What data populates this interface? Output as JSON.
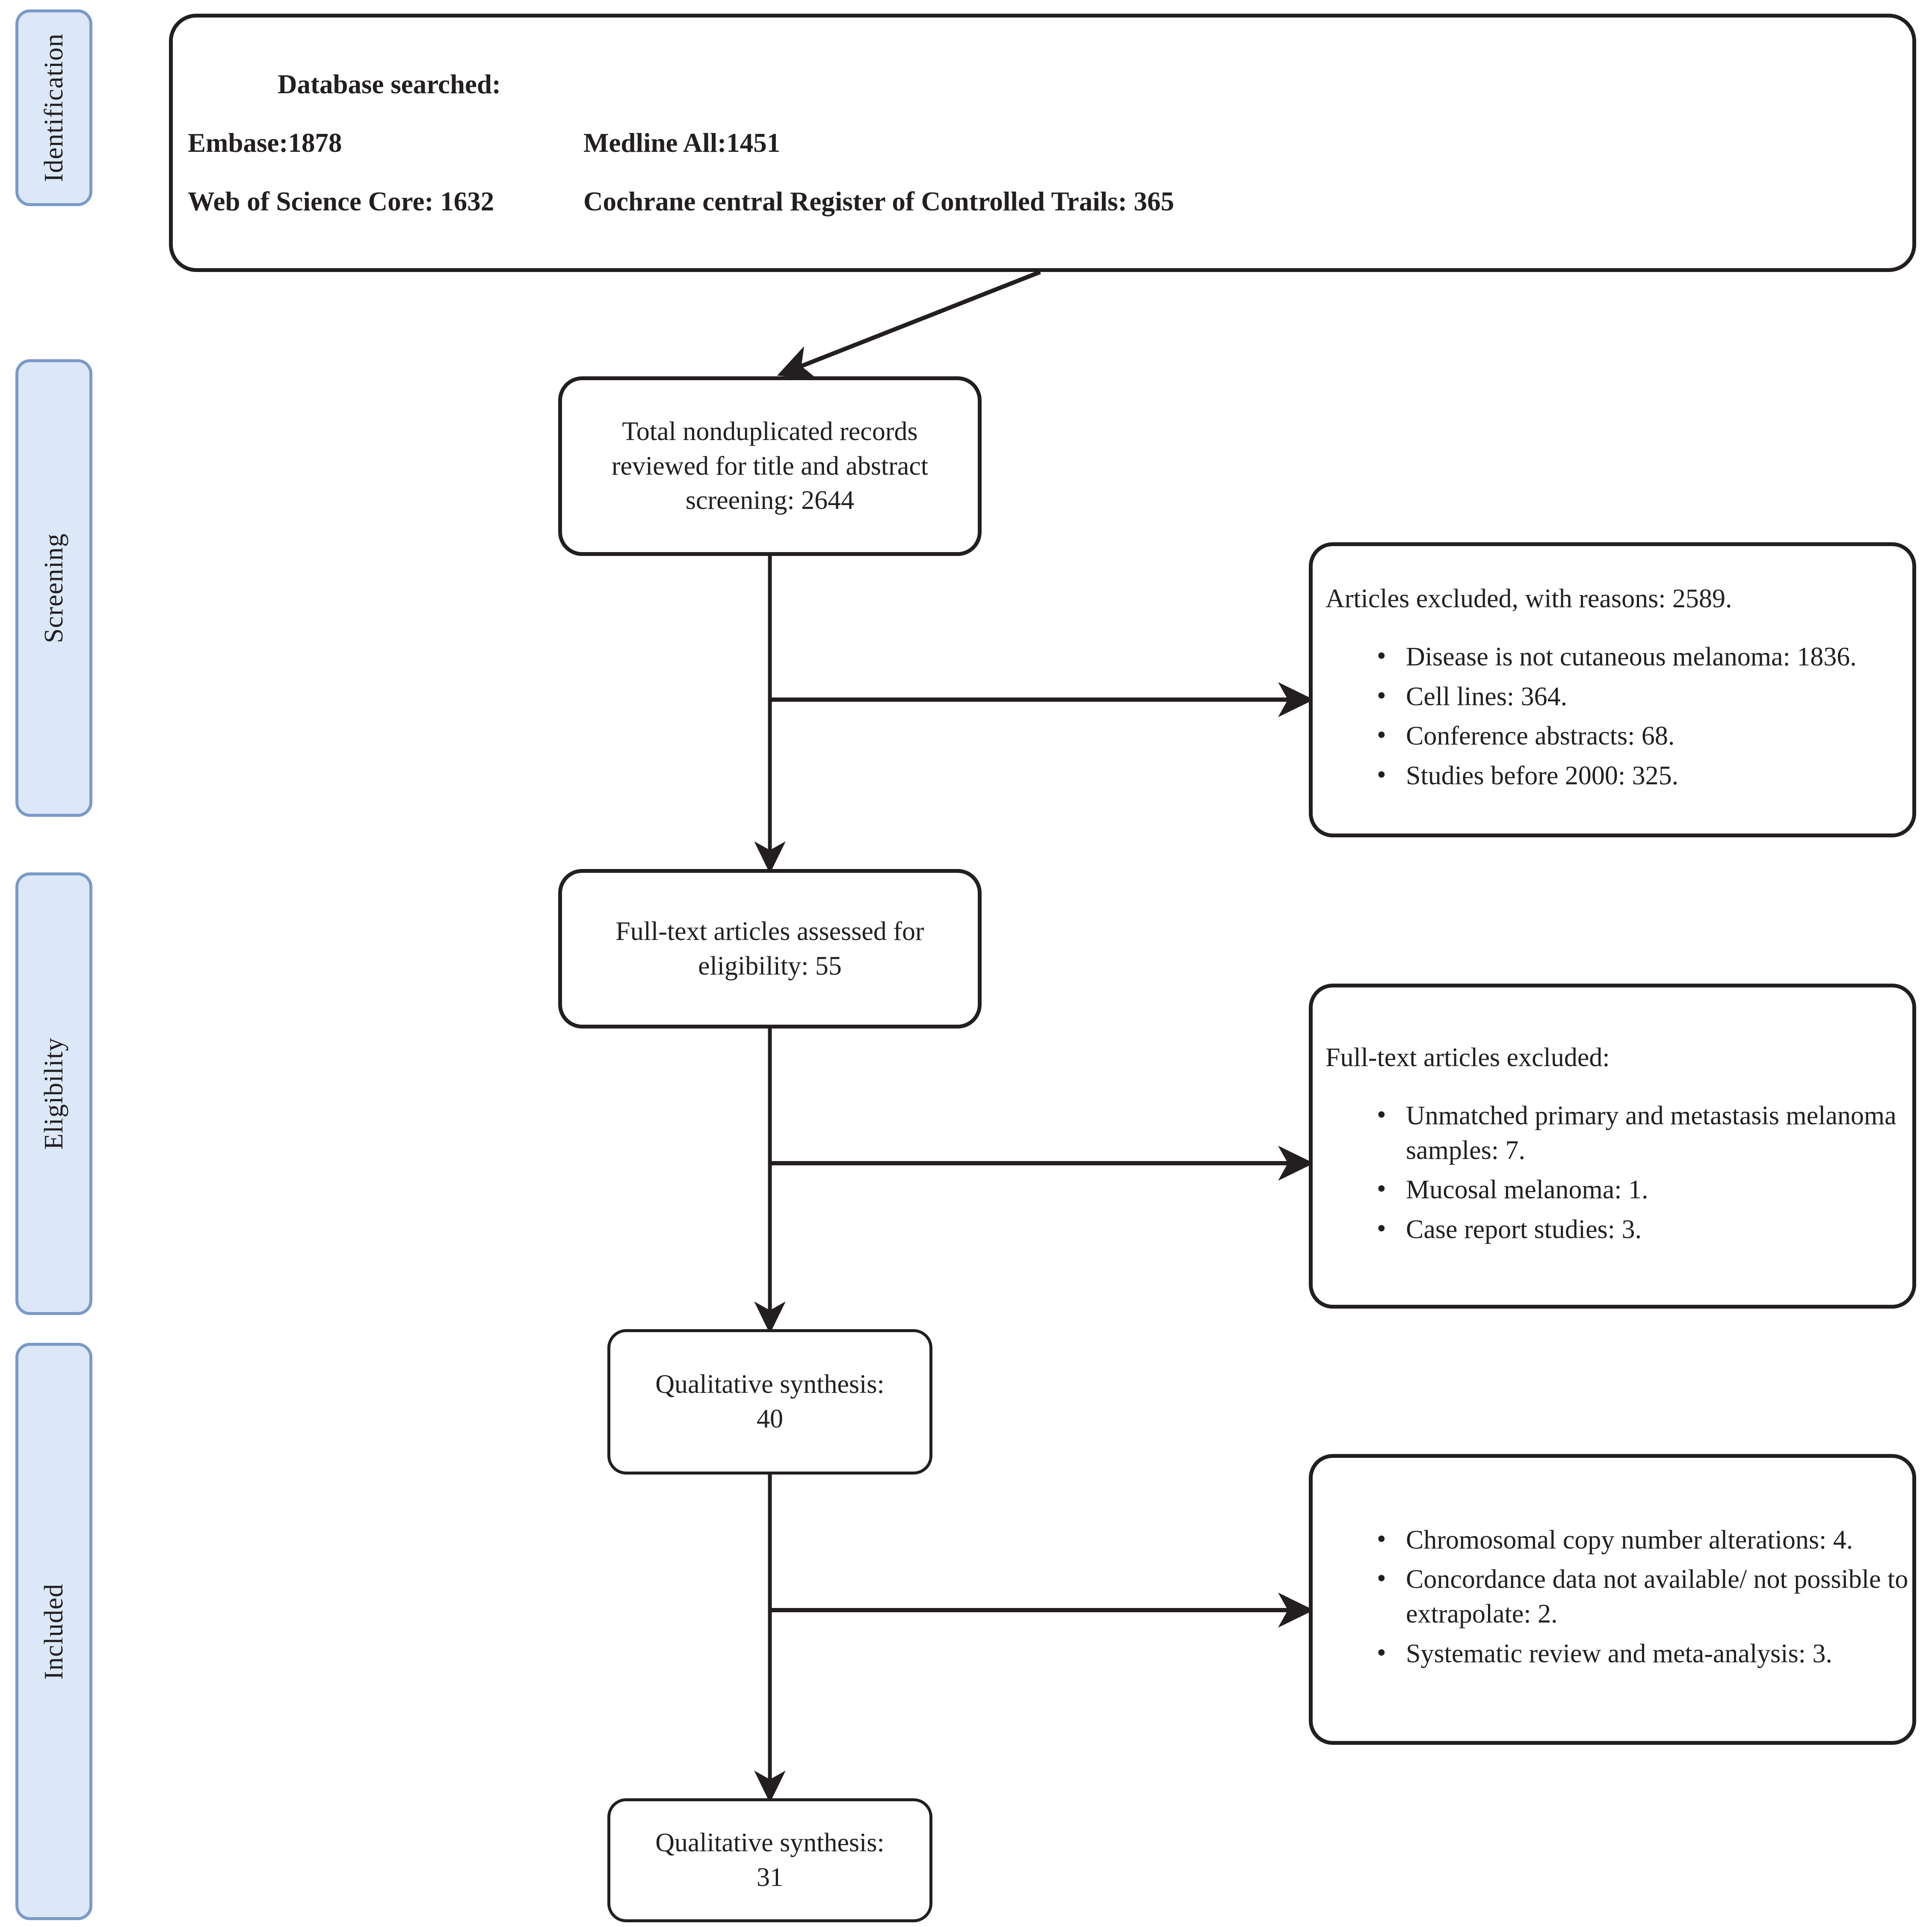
{
  "stages": [
    {
      "id": "identification",
      "label": "Identification"
    },
    {
      "id": "screening",
      "label": "Screening"
    },
    {
      "id": "eligibility",
      "label": "Eligibility"
    },
    {
      "id": "included",
      "label": "Included"
    }
  ],
  "identification_box": {
    "title": "Database searched:",
    "rows": [
      {
        "left": "Embase:1878",
        "right": "Medline All:1451"
      },
      {
        "left": "Web of Science Core: 1632",
        "right": "Cochrane central Register of Controlled Trails: 365"
      }
    ]
  },
  "records_box": {
    "lines": [
      "Total nonduplicated records",
      "reviewed for title and abstract",
      "screening: 2644"
    ]
  },
  "excluded_screening_box": {
    "heading": "Articles excluded, with reasons: 2589.",
    "items": [
      "Disease is not cutaneous melanoma: 1836.",
      "Cell lines: 364.",
      "Conference abstracts: 68.",
      "Studies before 2000: 325."
    ]
  },
  "fulltext_box": {
    "lines": [
      "Full-text articles assessed for",
      "eligibility: 55"
    ]
  },
  "excluded_fulltext_box": {
    "heading": "Full-text articles excluded:",
    "items": [
      "Unmatched primary and metastasis melanoma samples: 7.",
      " Mucosal melanoma: 1.",
      "Case report studies: 3."
    ]
  },
  "qualitative40_box": {
    "lines": [
      "Qualitative synthesis:",
      "40"
    ]
  },
  "excluded_qualitative_box": {
    "heading": "",
    "items": [
      "Chromosomal copy number alterations: 4.",
      "Concordance data not available/ not possible to extrapolate: 2.",
      "Systematic review and meta-analysis: 3."
    ]
  },
  "qualitative31_box": {
    "lines": [
      "Qualitative synthesis:",
      "31"
    ]
  },
  "colors": {
    "stage_fill": "#dce8f7",
    "stage_border": "#7a9ac8",
    "node_border": "#231f20",
    "text": "#231f20",
    "background": "#ffffff"
  }
}
